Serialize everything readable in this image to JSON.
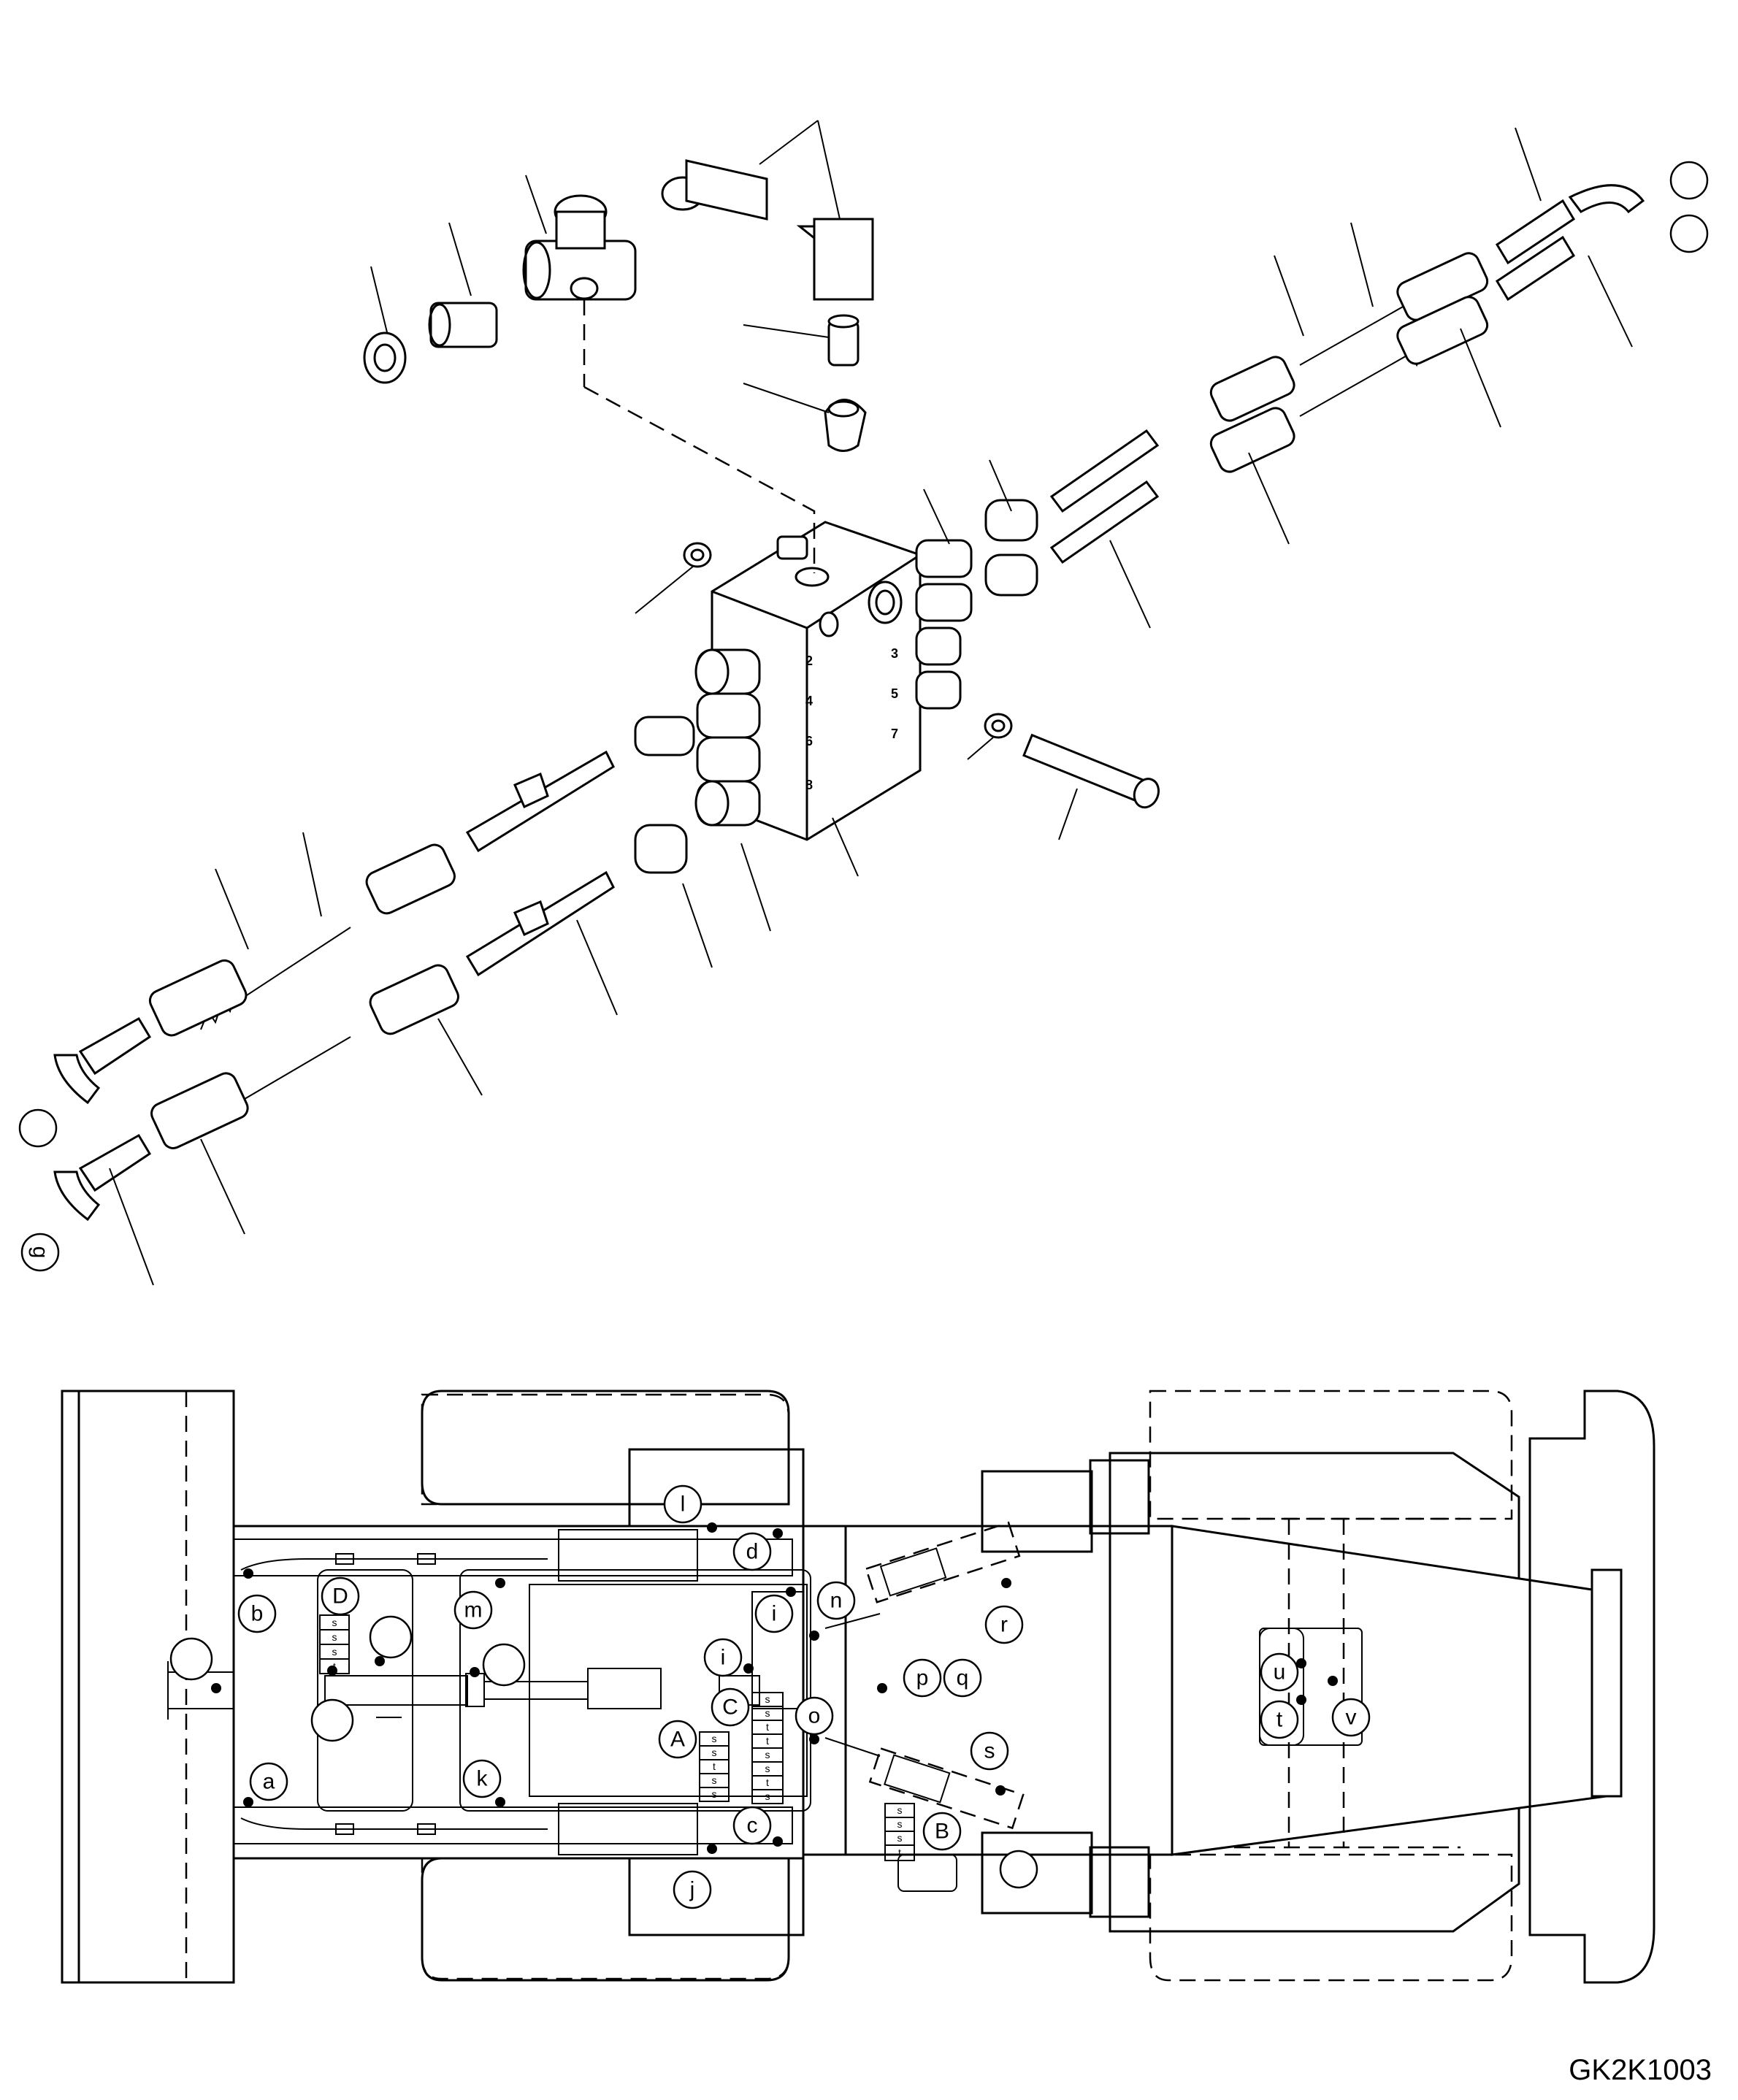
{
  "drawing_code": "GK2K1003",
  "exploded_view": {
    "port_numbers": [
      "2",
      "3",
      "4",
      "5",
      "6",
      "7",
      "8"
    ],
    "hose_end_callouts": [
      "g"
    ]
  },
  "chassis_plan": {
    "callouts": [
      "a",
      "b",
      "c",
      "d",
      "i",
      "i",
      "j",
      "k",
      "l",
      "m",
      "n",
      "o",
      "p",
      "q",
      "r",
      "s",
      "t",
      "u",
      "v"
    ],
    "injector_groups": [
      {
        "name": "A",
        "cells": [
          "s",
          "s",
          "t",
          "s",
          "s"
        ]
      },
      {
        "name": "B",
        "cells": [
          "s",
          "s",
          "s",
          "t"
        ]
      },
      {
        "name": "C",
        "cells": [
          "s",
          "s",
          "t",
          "t",
          "s",
          "s",
          "t",
          "s"
        ]
      },
      {
        "name": "D",
        "cells": [
          "s",
          "s",
          "s",
          "t"
        ]
      }
    ]
  },
  "icons": [
    "grease-point-icon",
    "callout-bubble-icon"
  ]
}
